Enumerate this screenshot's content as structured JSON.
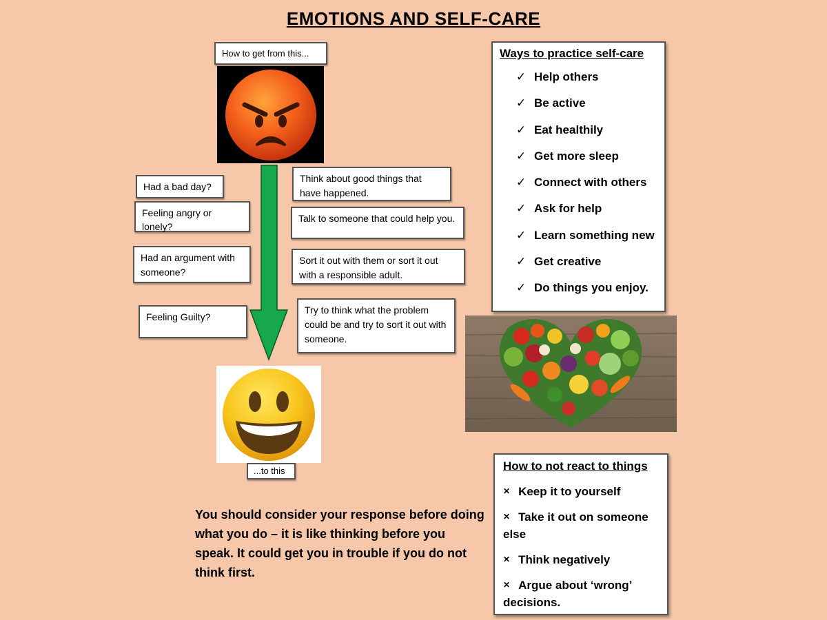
{
  "title": "EMOTIONS AND SELF-CARE",
  "flow": {
    "from_label": "How to get from this...",
    "to_label": "...to this"
  },
  "triggers": [
    "Had a bad day?",
    "Feeling angry or lonely?",
    "Had an argument with someone?",
    "Feeling Guilty?"
  ],
  "responses": [
    "Think about good things that have happened.",
    "Talk to someone that could help you.",
    "Sort it out with them or sort it out with a responsible adult.",
    "Try to think what the problem could be and try to sort it out with someone."
  ],
  "self_care": {
    "heading": "Ways to practice self-care",
    "items": [
      "Help others",
      "Be active",
      "Eat healthily",
      "Get more sleep",
      "Connect with others",
      "Ask for help",
      "Learn something new",
      "Get creative",
      "Do things you enjoy."
    ]
  },
  "not_react": {
    "heading": "How to not react to things",
    "items": [
      "Keep it to yourself",
      "Take it out on someone else",
      "Think negatively",
      "Argue about ‘wrong’ decisions."
    ]
  },
  "statement": " You should consider your response before doing what you do – it is like thinking before you speak. It could get you in trouble if you do not think first.",
  "icons": {
    "angry_face": "angry-emoji-icon",
    "happy_face": "smiling-emoji-icon",
    "heart_of_vegetables": "vegetable-heart-image",
    "arrow": "down-arrow-icon",
    "tick": "check-mark-icon",
    "cross": "cross-mark-icon"
  },
  "colors": {
    "background": "#f6c8a9",
    "arrow": "#16a84a",
    "angry_face": "#f0581e",
    "happy_face": "#f7c51e"
  }
}
